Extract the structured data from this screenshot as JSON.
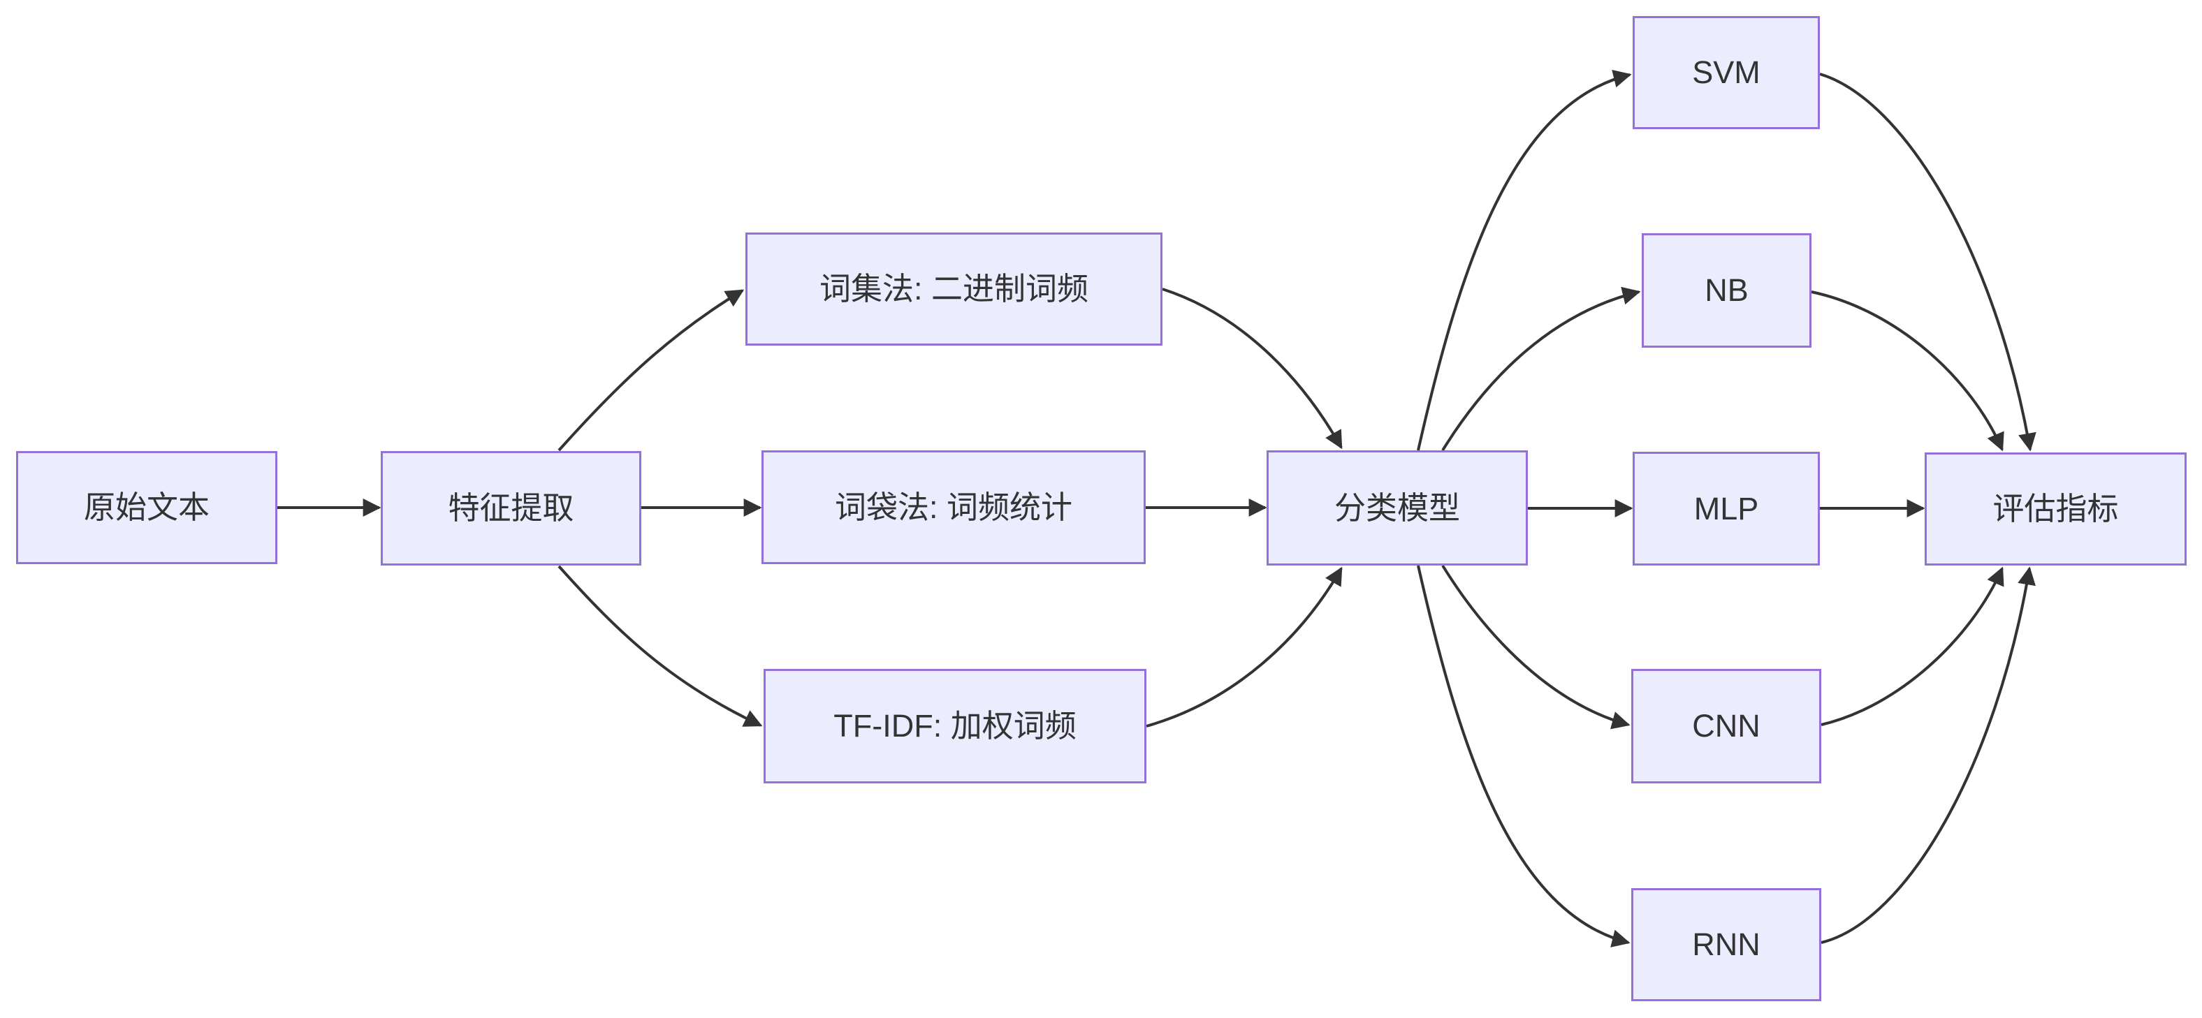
{
  "diagram": {
    "type": "flowchart-left-to-right",
    "nodes": [
      {
        "id": "raw",
        "label": "原始文本"
      },
      {
        "id": "feat",
        "label": "特征提取"
      },
      {
        "id": "sow",
        "label": "词集法: 二进制词频"
      },
      {
        "id": "bow",
        "label": "词袋法: 词频统计"
      },
      {
        "id": "tfidf",
        "label": "TF-IDF: 加权词频"
      },
      {
        "id": "clf",
        "label": "分类模型"
      },
      {
        "id": "svm",
        "label": "SVM"
      },
      {
        "id": "nb",
        "label": "NB"
      },
      {
        "id": "mlp",
        "label": "MLP"
      },
      {
        "id": "cnn",
        "label": "CNN"
      },
      {
        "id": "rnn",
        "label": "RNN"
      },
      {
        "id": "eval",
        "label": "评估指标"
      }
    ],
    "edges": [
      {
        "from": "raw",
        "to": "feat"
      },
      {
        "from": "feat",
        "to": "sow"
      },
      {
        "from": "feat",
        "to": "bow"
      },
      {
        "from": "feat",
        "to": "tfidf"
      },
      {
        "from": "sow",
        "to": "clf"
      },
      {
        "from": "bow",
        "to": "clf"
      },
      {
        "from": "tfidf",
        "to": "clf"
      },
      {
        "from": "clf",
        "to": "svm"
      },
      {
        "from": "clf",
        "to": "nb"
      },
      {
        "from": "clf",
        "to": "mlp"
      },
      {
        "from": "clf",
        "to": "cnn"
      },
      {
        "from": "clf",
        "to": "rnn"
      },
      {
        "from": "svm",
        "to": "eval"
      },
      {
        "from": "nb",
        "to": "eval"
      },
      {
        "from": "mlp",
        "to": "eval"
      },
      {
        "from": "cnn",
        "to": "eval"
      },
      {
        "from": "rnn",
        "to": "eval"
      }
    ],
    "colors": {
      "node_fill": "#ECECFF",
      "node_border": "#9370DB",
      "edge": "#333333",
      "text": "#333333",
      "background": "#FFFFFF"
    }
  }
}
